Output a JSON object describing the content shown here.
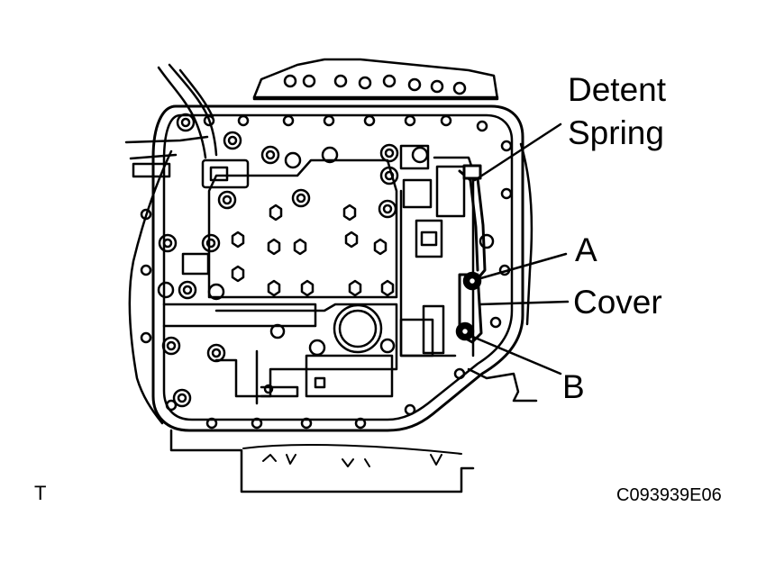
{
  "labels": {
    "detent_spring_line1": "Detent",
    "detent_spring_line2": "Spring",
    "a": "A",
    "cover": "Cover",
    "b": "B",
    "corner_mark": "T",
    "figure_code": "C093939E06"
  }
}
